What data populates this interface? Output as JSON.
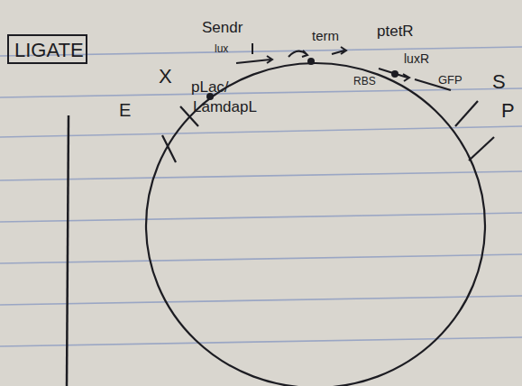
{
  "diagram": {
    "nodes": [
      {
        "text": [
          "LIGATE"
        ]
      }
    ],
    "labels": [
      "X",
      "E",
      "pLac/",
      "LamdapL",
      "Sendr",
      "lux",
      "term",
      "ptetR",
      "luxR",
      "RBS",
      "GFP",
      "S",
      "P"
    ]
  }
}
